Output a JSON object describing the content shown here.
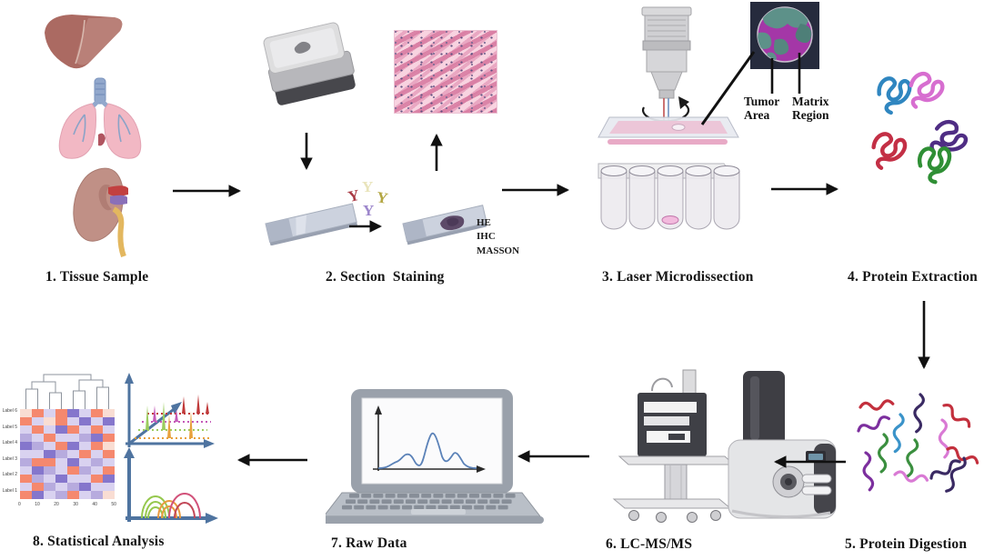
{
  "steps": [
    {
      "label": "1. Tissue Sample"
    },
    {
      "label": "2. Section  Staining"
    },
    {
      "label": "3. Laser Microdissection"
    },
    {
      "label": "4. Protein Extraction"
    },
    {
      "label": "5. Protein Digestion"
    },
    {
      "label": "6. LC-MS/MS"
    },
    {
      "label": "7. Raw Data"
    },
    {
      "label": "8. Statistical Analysis"
    }
  ],
  "section_staining": {
    "stains": [
      "HE",
      "IHC",
      "MASSON"
    ]
  },
  "laser_microdissection": {
    "inset": {
      "tumor_line1": "Tumor",
      "tumor_line2": "Area",
      "matrix_line1": "Matrix",
      "matrix_line2": "Region",
      "tumor_color": "#5d9189",
      "matrix_color": "#a437a7"
    }
  },
  "protein_extraction": {
    "protein_colors": [
      "#2f86c0",
      "#d76ed0",
      "#4f2d84",
      "#c32f45",
      "#2f8f35"
    ]
  },
  "protein_digestion": {
    "peptide_colors": [
      "#c3303d",
      "#3a2a63",
      "#d97ad4",
      "#3a93c9",
      "#7c2f9e",
      "#3b8f3f"
    ]
  },
  "statistical_analysis": {
    "heatmap": {
      "row_labels": [
        "Label 6",
        "Label 5",
        "Label 4",
        "Label 3",
        "Label 2",
        "Label 1"
      ],
      "x_ticks": [
        "0",
        "10",
        "20",
        "30",
        "40",
        "50"
      ],
      "palette": [
        "#f5886e",
        "#d9d2f0",
        "#8576cc",
        "#f9ddd3",
        "#b7abde"
      ],
      "cells": [
        [
          3,
          0,
          1,
          0,
          2,
          1,
          0,
          3
        ],
        [
          0,
          1,
          3,
          0,
          1,
          2,
          1,
          2
        ],
        [
          1,
          0,
          1,
          2,
          0,
          1,
          0,
          1
        ],
        [
          4,
          1,
          0,
          1,
          1,
          4,
          2,
          0
        ],
        [
          2,
          4,
          1,
          0,
          2,
          1,
          0,
          3
        ],
        [
          1,
          1,
          2,
          4,
          1,
          0,
          1,
          0
        ],
        [
          4,
          0,
          0,
          1,
          2,
          1,
          4,
          1
        ],
        [
          1,
          2,
          4,
          1,
          0,
          4,
          1,
          0
        ],
        [
          0,
          4,
          1,
          2,
          1,
          1,
          0,
          2
        ],
        [
          1,
          0,
          4,
          1,
          4,
          2,
          1,
          1
        ],
        [
          0,
          2,
          1,
          4,
          0,
          1,
          4,
          3
        ]
      ],
      "axis_color": "#4f74a0"
    }
  },
  "colors": {
    "arrow": "#111111",
    "laser_red": "#c05050",
    "laser_blue": "#7090c0",
    "sample_pink": "#f2badd"
  }
}
